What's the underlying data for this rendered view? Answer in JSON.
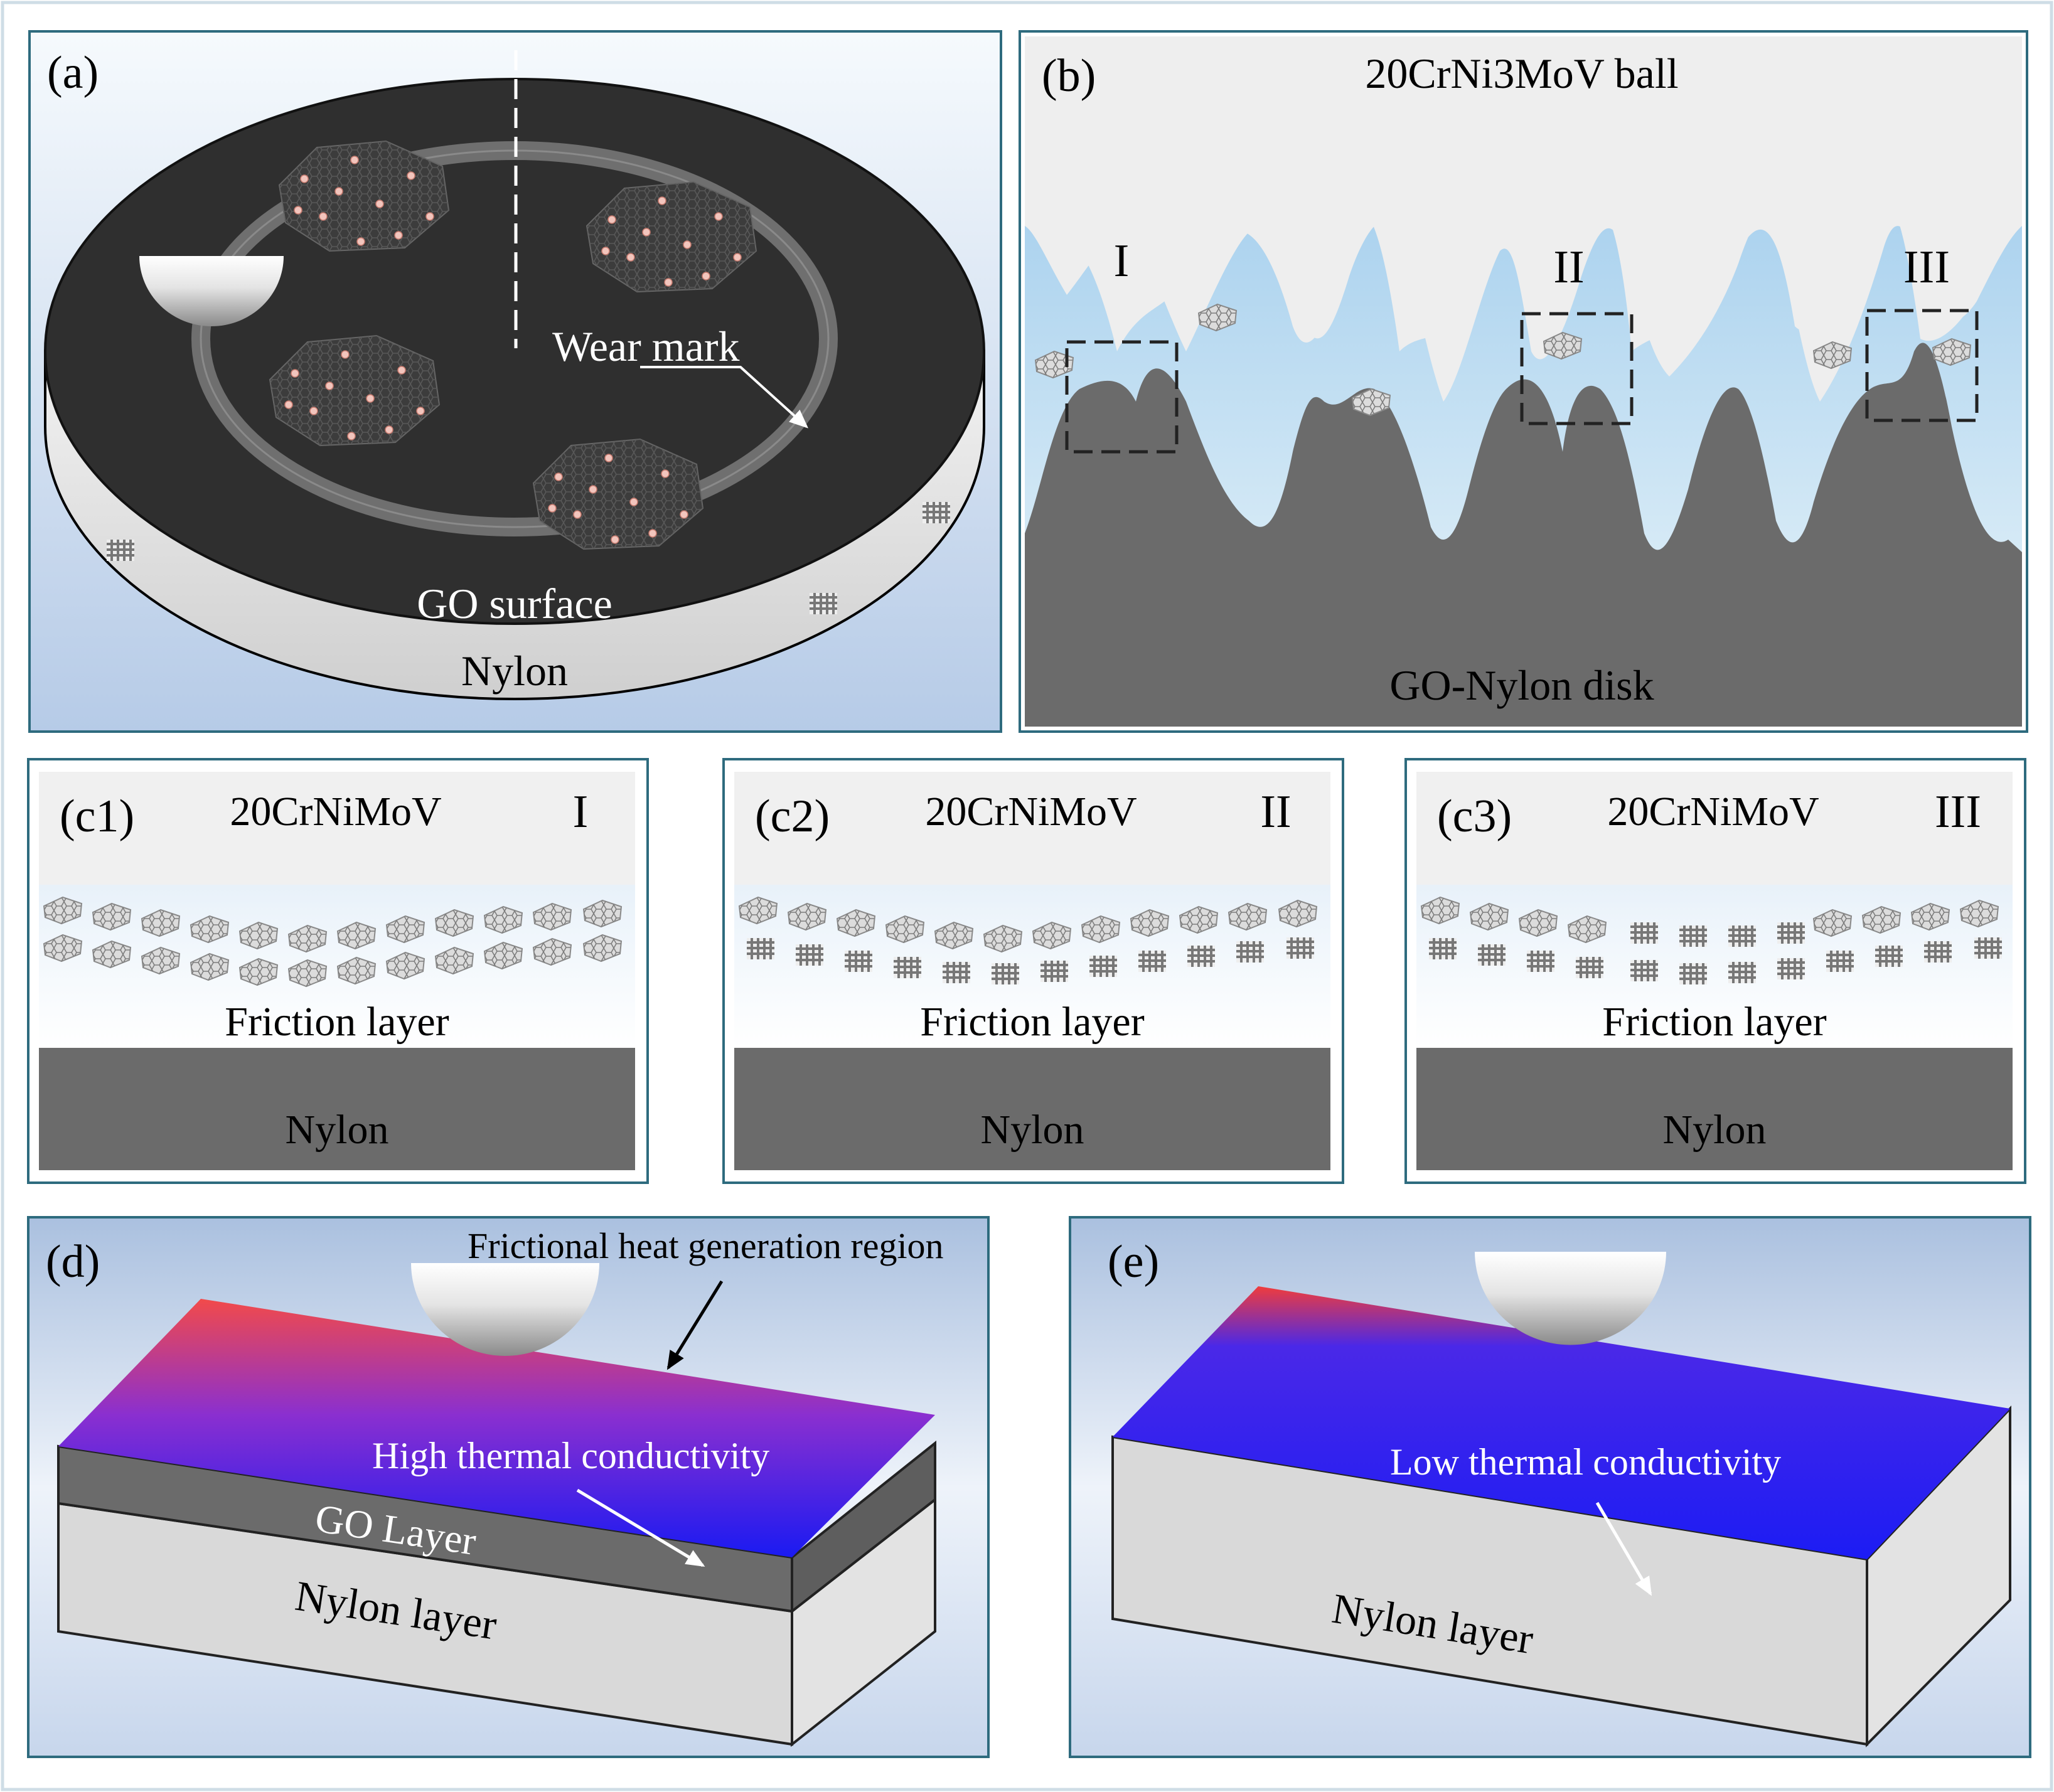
{
  "panel_a": {
    "tag": "(a)",
    "wear_mark": "Wear mark",
    "surface": "GO surface",
    "base": "Nylon"
  },
  "panel_b": {
    "tag": "(b)",
    "ball": "20CrNi3MoV ball",
    "disk": "GO-Nylon disk",
    "regions": [
      "I",
      "II",
      "III"
    ]
  },
  "panel_c": [
    {
      "tag": "(c1)",
      "material": "20CrNiMoV",
      "region": "I",
      "layer": "Friction layer",
      "base": "Nylon"
    },
    {
      "tag": "(c2)",
      "material": "20CrNiMoV",
      "region": "II",
      "layer": "Friction layer",
      "base": "Nylon"
    },
    {
      "tag": "(c3)",
      "material": "20CrNiMoV",
      "region": "III",
      "layer": "Friction layer",
      "base": "Nylon"
    }
  ],
  "panel_d": {
    "tag": "(d)",
    "heat_region": "Frictional heat generation region",
    "conductivity": "High thermal conductivity",
    "go_layer": "GO Layer",
    "nylon_layer": "Nylon layer"
  },
  "panel_e": {
    "tag": "(e)",
    "conductivity": "Low thermal conductivity",
    "nylon_layer": "Nylon layer"
  },
  "colors": {
    "frame": "#2e6b7e",
    "panel_bg_top": "#ffffff",
    "panel_bg_bottom": "#b3c9e6",
    "disk_top": "#2e2e2e",
    "nylon_side": "#d9d9d9",
    "dark_gray": "#6b6b6b",
    "light_blue": "#c6e1f2",
    "hot": "#f04444",
    "cold": "#1f1ff5"
  }
}
